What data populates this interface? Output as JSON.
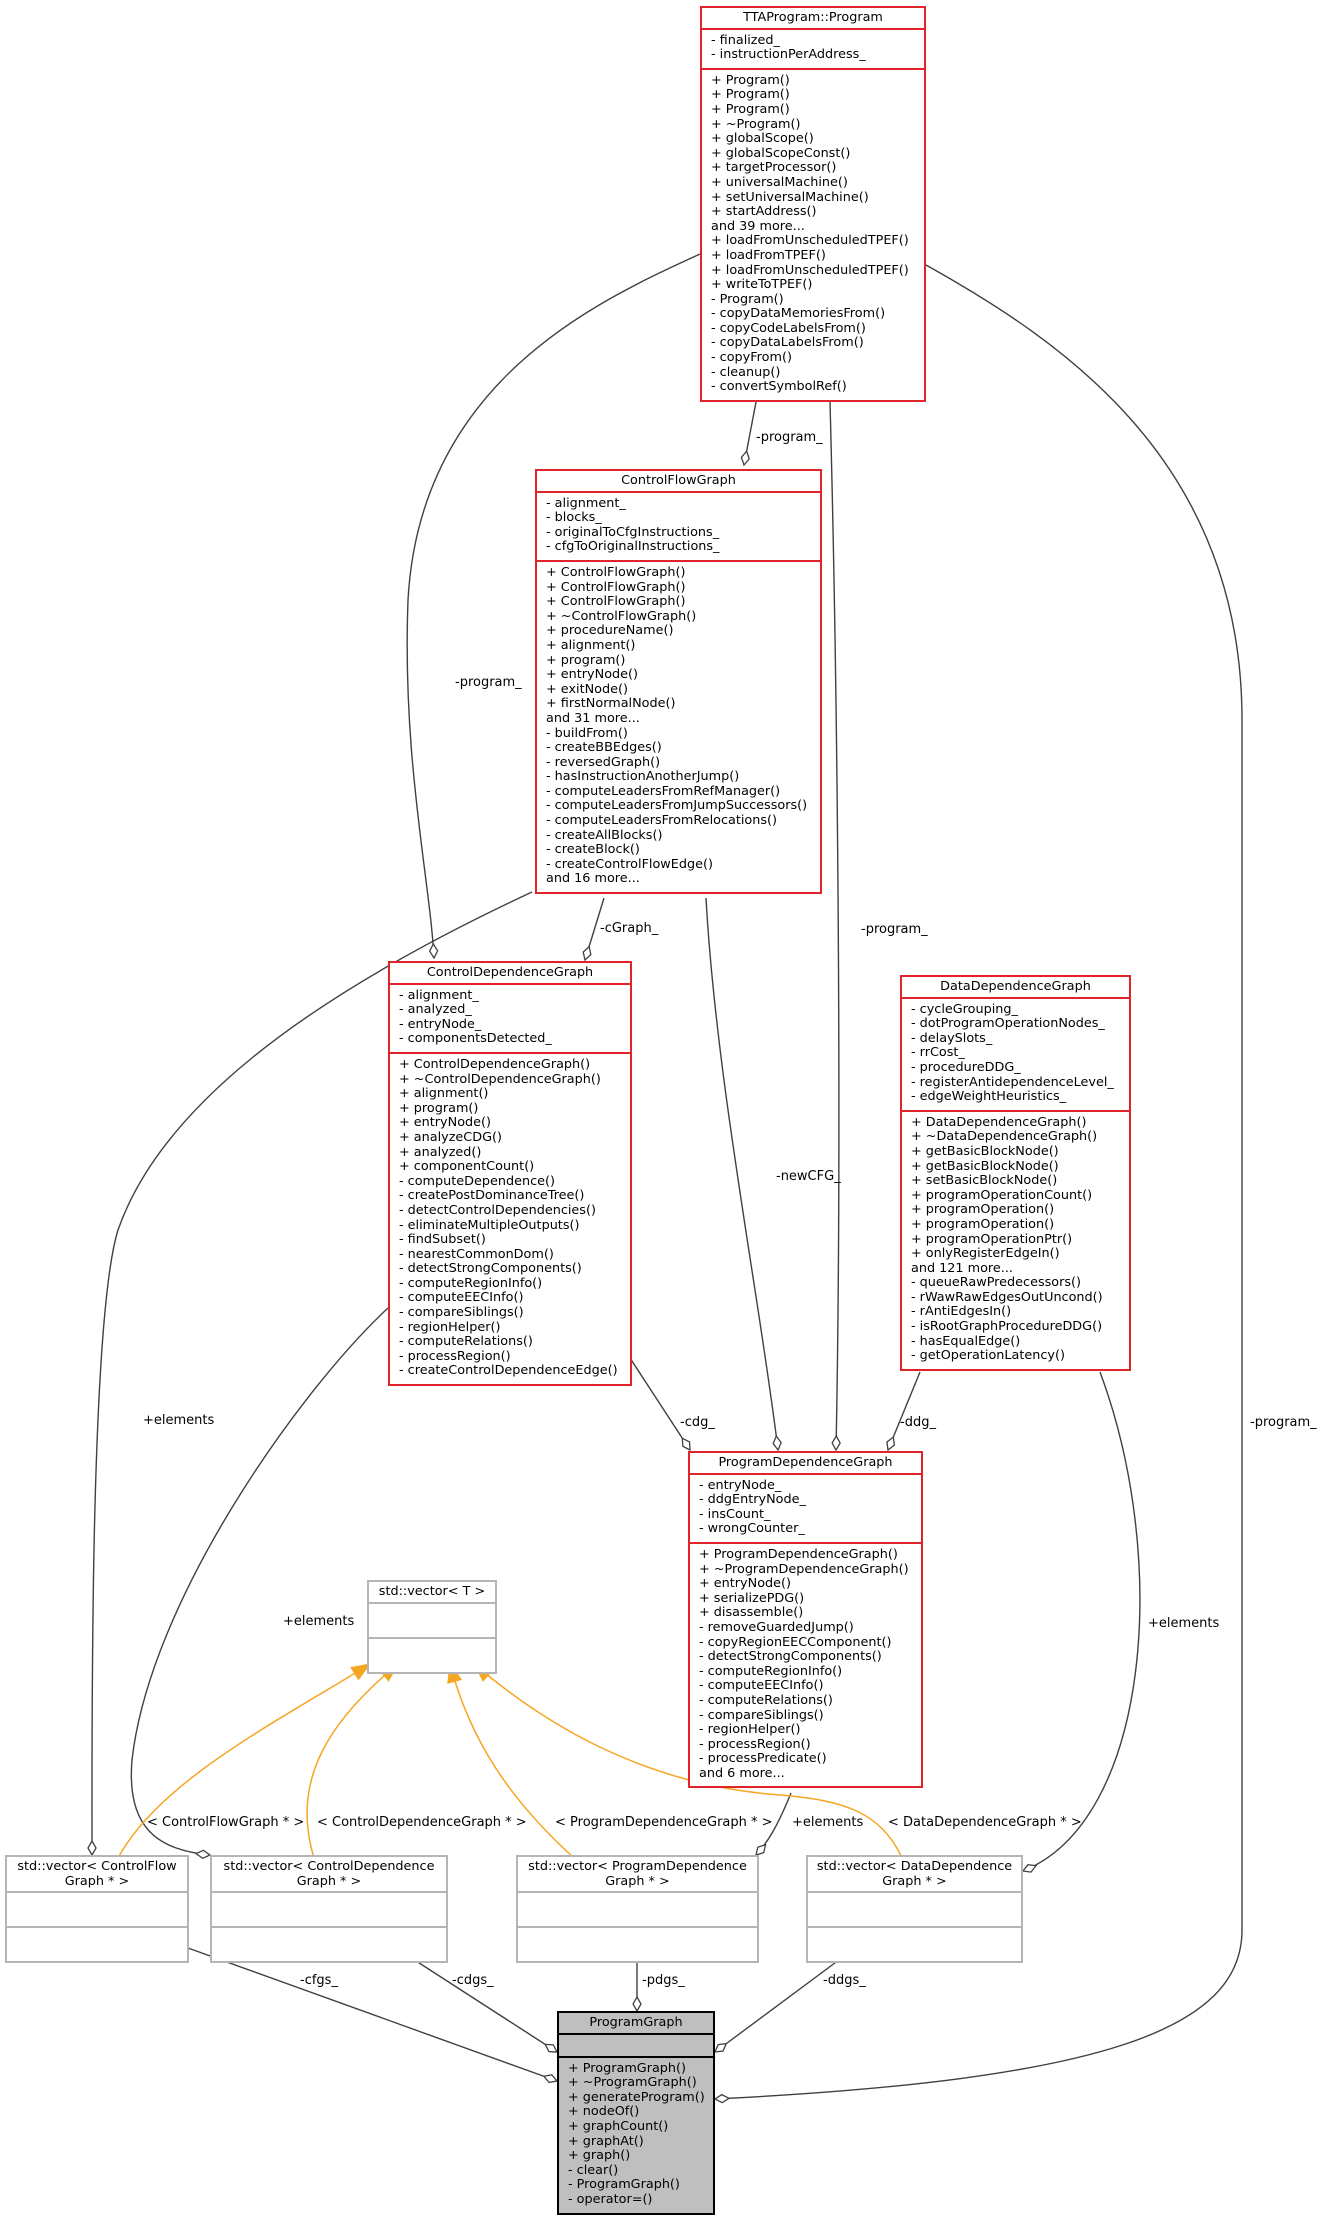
{
  "colors": {
    "edge": "#404040",
    "inherit": "#f5a623",
    "class_border": "#e0242a",
    "external_border": "#b5b5b5",
    "focus_fill": "#bfbfbf"
  },
  "classes": {
    "program": {
      "title": "TTAProgram::Program",
      "attributes": [
        "- finalized_",
        "- instructionPerAddress_"
      ],
      "methods": [
        "+ Program()",
        "+ Program()",
        "+ Program()",
        "+ ~Program()",
        "+ globalScope()",
        "+ globalScopeConst()",
        "+ targetProcessor()",
        "+ universalMachine()",
        "+ setUniversalMachine()",
        "+ startAddress()",
        "and 39 more...",
        "+ loadFromUnscheduledTPEF()",
        "+ loadFromTPEF()",
        "+ loadFromUnscheduledTPEF()",
        "+ writeToTPEF()",
        "- Program()",
        "- copyDataMemoriesFrom()",
        "- copyCodeLabelsFrom()",
        "- copyDataLabelsFrom()",
        "- copyFrom()",
        "- cleanup()",
        "- convertSymbolRef()"
      ]
    },
    "cfg": {
      "title": "ControlFlowGraph",
      "attributes": [
        "- alignment_",
        "- blocks_",
        "- originalToCfgInstructions_",
        "- cfgToOriginalInstructions_"
      ],
      "methods": [
        "+ ControlFlowGraph()",
        "+ ControlFlowGraph()",
        "+ ControlFlowGraph()",
        "+ ~ControlFlowGraph()",
        "+ procedureName()",
        "+ alignment()",
        "+ program()",
        "+ entryNode()",
        "+ exitNode()",
        "+ firstNormalNode()",
        "and 31 more...",
        "- buildFrom()",
        "- createBBEdges()",
        "- reversedGraph()",
        "- hasInstructionAnotherJump()",
        "- computeLeadersFromRefManager()",
        "- computeLeadersFromJumpSuccessors()",
        "- computeLeadersFromRelocations()",
        "- createAllBlocks()",
        "- createBlock()",
        "- createControlFlowEdge()",
        "and 16 more..."
      ]
    },
    "cdg": {
      "title": "ControlDependenceGraph",
      "attributes": [
        "- alignment_",
        "- analyzed_",
        "- entryNode_",
        "- componentsDetected_"
      ],
      "methods": [
        "+ ControlDependenceGraph()",
        "+ ~ControlDependenceGraph()",
        "+ alignment()",
        "+ program()",
        "+ entryNode()",
        "+ analyzeCDG()",
        "+ analyzed()",
        "+ componentCount()",
        "- computeDependence()",
        "- createPostDominanceTree()",
        "- detectControlDependencies()",
        "- eliminateMultipleOutputs()",
        "- findSubset()",
        "- nearestCommonDom()",
        "- detectStrongComponents()",
        "- computeRegionInfo()",
        "- computeEECInfo()",
        "- compareSiblings()",
        "- regionHelper()",
        "- computeRelations()",
        "- processRegion()",
        "- createControlDependenceEdge()"
      ]
    },
    "ddg": {
      "title": "DataDependenceGraph",
      "attributes": [
        "- cycleGrouping_",
        "- dotProgramOperationNodes_",
        "- delaySlots_",
        "- rrCost_",
        "- procedureDDG_",
        "- registerAntidependenceLevel_",
        "- edgeWeightHeuristics_"
      ],
      "methods": [
        "+ DataDependenceGraph()",
        "+ ~DataDependenceGraph()",
        "+ getBasicBlockNode()",
        "+ getBasicBlockNode()",
        "+ setBasicBlockNode()",
        "+ programOperationCount()",
        "+ programOperation()",
        "+ programOperation()",
        "+ programOperationPtr()",
        "+ onlyRegisterEdgeIn()",
        "and 121 more...",
        "- queueRawPredecessors()",
        "- rWawRawEdgesOutUncond()",
        "- rAntiEdgesIn()",
        "- isRootGraphProcedureDDG()",
        "- hasEqualEdge()",
        "- getOperationLatency()"
      ]
    },
    "pdg": {
      "title": "ProgramDependenceGraph",
      "attributes": [
        "- entryNode_",
        "- ddgEntryNode_",
        "- insCount_",
        "- wrongCounter_"
      ],
      "methods": [
        "+ ProgramDependenceGraph()",
        "+ ~ProgramDependenceGraph()",
        "+ entryNode()",
        "+ serializePDG()",
        "+ disassemble()",
        "- removeGuardedJump()",
        "- copyRegionEECComponent()",
        "- detectStrongComponents()",
        "- computeRegionInfo()",
        "- computeEECInfo()",
        "- computeRelations()",
        "- compareSiblings()",
        "- regionHelper()",
        "- processRegion()",
        "- processPredicate()",
        "and 6 more..."
      ]
    },
    "vecT": {
      "title": "std::vector< T >"
    },
    "vecCfg": {
      "title": "std::vector< ControlFlow\nGraph * >"
    },
    "vecCdg": {
      "title": "std::vector< ControlDependence\nGraph * >"
    },
    "vecPdg": {
      "title": "std::vector< ProgramDependence\nGraph * >"
    },
    "vecDdg": {
      "title": "std::vector< DataDependence\nGraph * >"
    },
    "pg": {
      "title": "ProgramGraph",
      "attributes": [],
      "methods": [
        "+ ProgramGraph()",
        "+ ~ProgramGraph()",
        "+ generateProgram()",
        "+ nodeOf()",
        "+ graphCount()",
        "+ graphAt()",
        "+ graph()",
        "- clear()",
        "- ProgramGraph()",
        "- operator=()"
      ]
    }
  },
  "edge_labels": {
    "program_to_cfg": "-program_",
    "program_to_cdg": "-program_",
    "program_to_pdg": "-program_",
    "program_to_pg": "-program_",
    "cfg_to_cdg": "-cGraph_",
    "cfg_to_pdg": "-newCFG_",
    "cfg_to_veccfg": "+elements",
    "cdg_to_pdg": "-cdg_",
    "ddg_to_pdg": "-ddg_",
    "ddg_to_vecddg": "+elements",
    "pdg_to_vecpdg": "+elements",
    "cdg_to_veccdg": "+elements",
    "veccfg_to_pg": "-cfgs_",
    "veccdg_to_pg": "-cdgs_",
    "vecpdg_to_pg": "-pdgs_",
    "vecddg_to_pg": "-ddgs_",
    "tmpl_cfg": "< ControlFlowGraph * >",
    "tmpl_cdg": "< ControlDependenceGraph * >",
    "tmpl_pdg": "< ProgramDependenceGraph * >",
    "tmpl_ddg": "< DataDependenceGraph * >"
  }
}
